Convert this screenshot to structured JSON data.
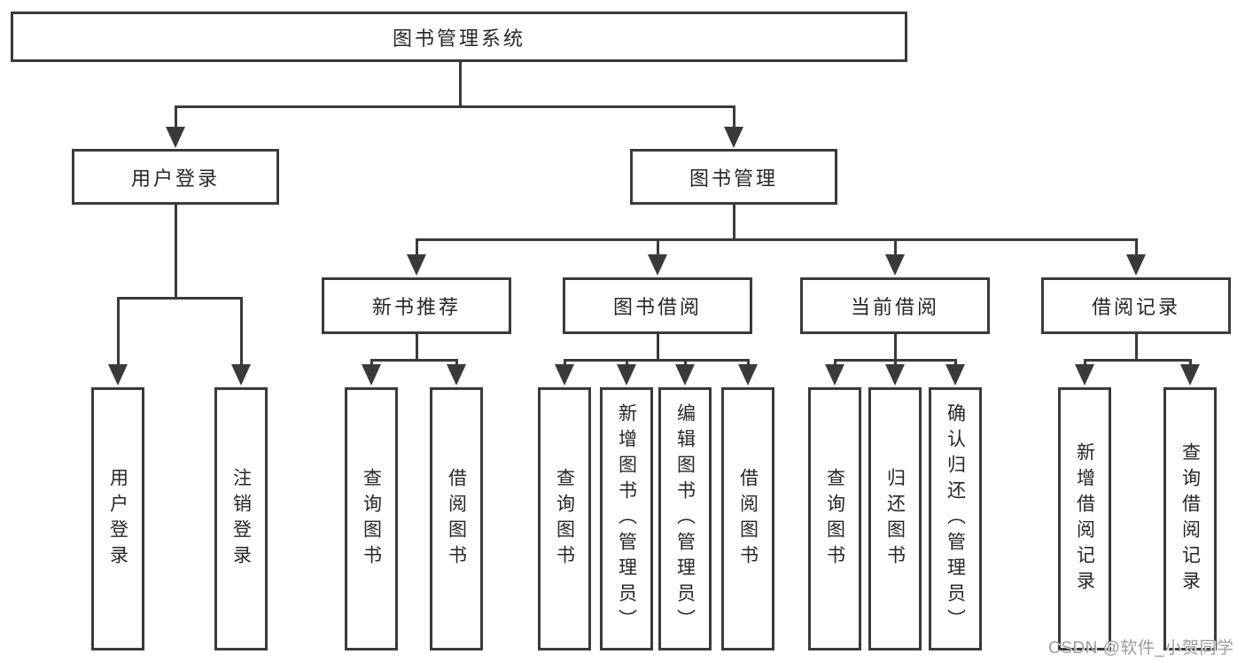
{
  "diagram": {
    "title": "图书管理系统",
    "level2": {
      "login": "用户登录",
      "books": "图书管理"
    },
    "level3": {
      "newbooks": "新书推荐",
      "borrow": "图书借阅",
      "current": "当前借阅",
      "records": "借阅记录"
    },
    "leaves": {
      "login": [
        "用户登录",
        "注销登录"
      ],
      "newbooks": [
        "查询图书",
        "借阅图书"
      ],
      "borrow": [
        "查询图书",
        "新增图书（管理员）",
        "编辑图书（管理员）",
        "借阅图书"
      ],
      "current": [
        "查询图书",
        "归还图书",
        "确认归还（管理员）"
      ],
      "records": [
        "新增借阅记录",
        "查询借阅记录"
      ]
    }
  },
  "colors": {
    "line": "#3a3a3c",
    "text": "#262626",
    "background": "#ffffff",
    "watermark_gray": "#9c9c9c"
  },
  "watermark": "CSDN @软件_小贺同学"
}
